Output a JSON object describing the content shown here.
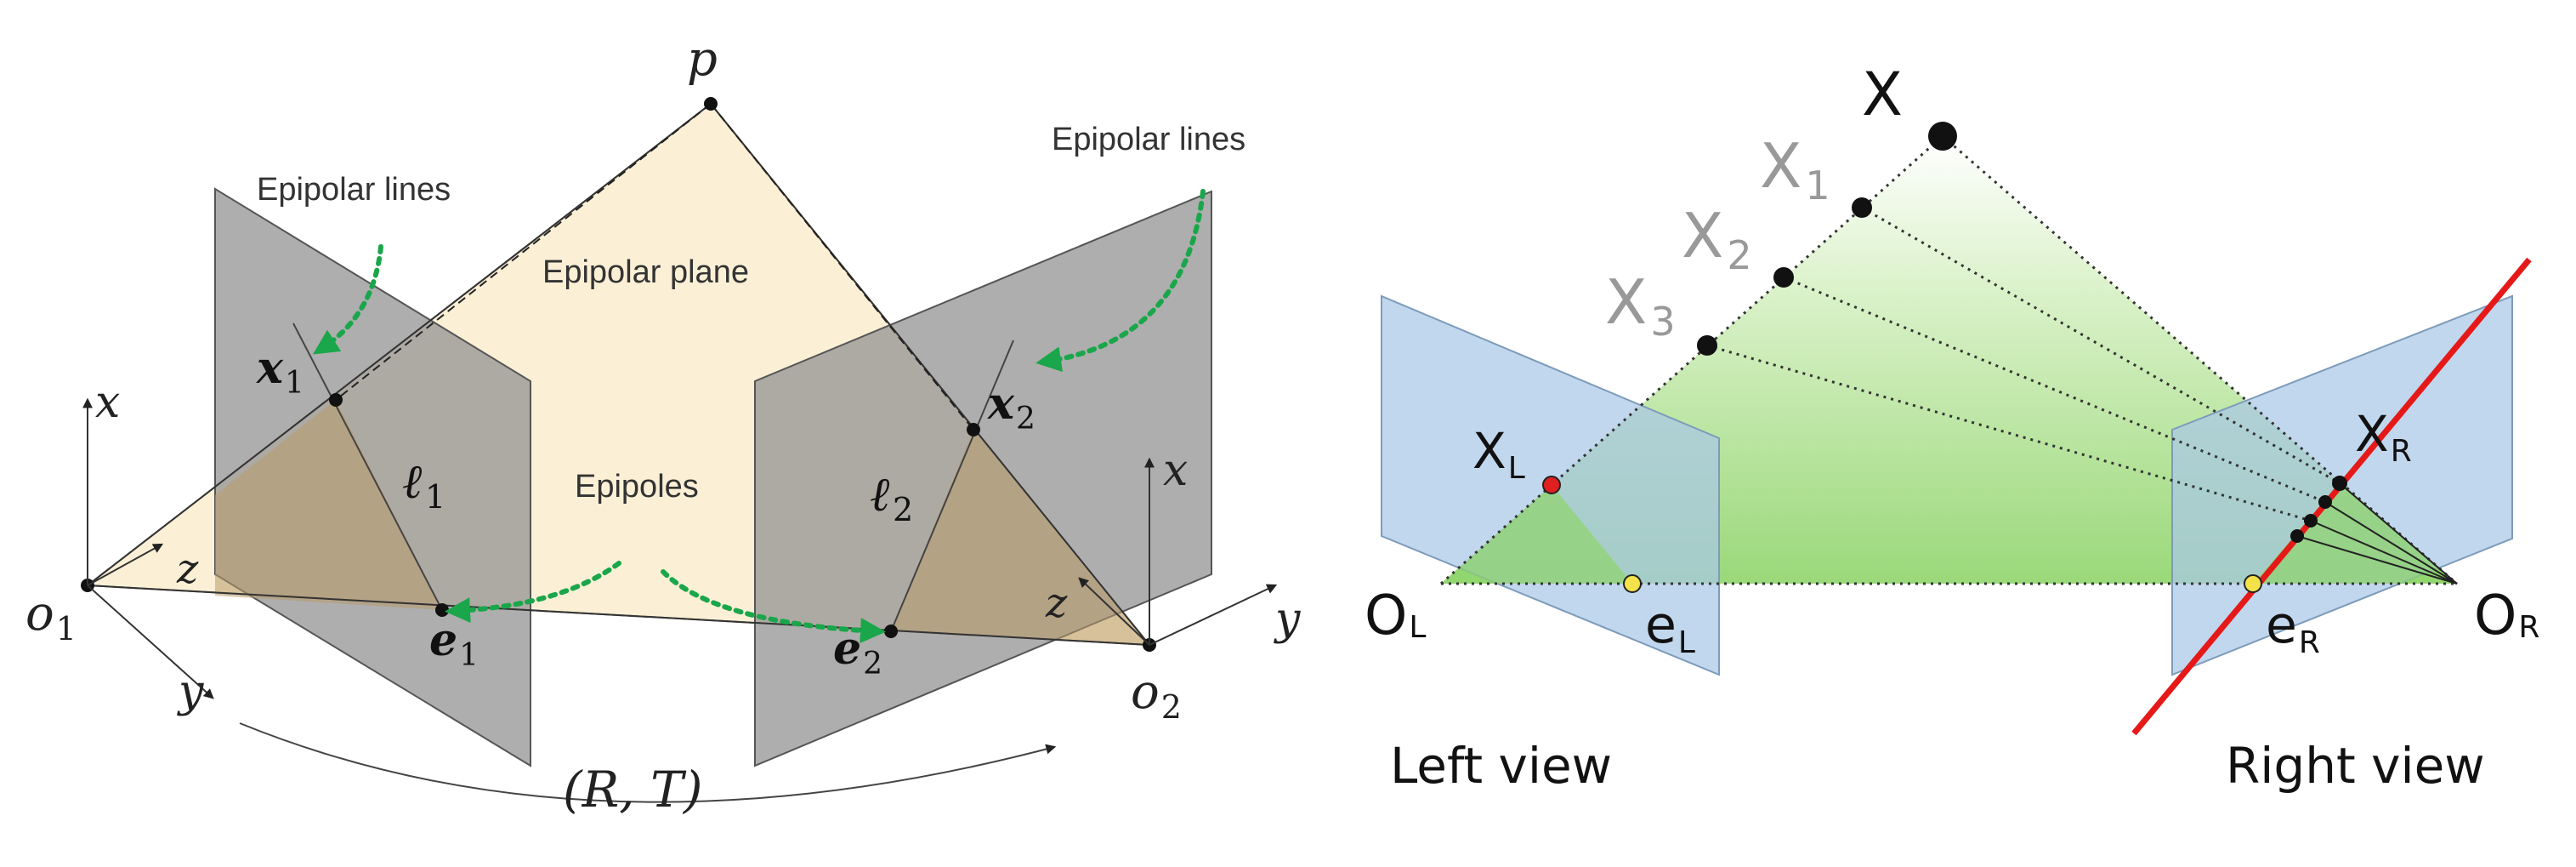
{
  "left": {
    "p": "p",
    "epipolar_lines": "Epipolar lines",
    "epipolar_lines_right": "Epipolar lines",
    "epipolar_plane": "Epipolar plane",
    "epipoles": "Epipoles",
    "x1": "x",
    "x1_sub": "1",
    "x2": "x",
    "x2_sub": "2",
    "l1": "ℓ",
    "l1_sub": "1",
    "l2": "ℓ",
    "l2_sub": "2",
    "e1": "e",
    "e1_sub": "1",
    "e2": "e",
    "e2_sub": "2",
    "o1": "o",
    "o1_sub": "1",
    "o2": "o",
    "o2_sub": "2",
    "axis_x_left": "x",
    "axis_y_left": "y",
    "axis_z_left": "z",
    "axis_x_right": "x",
    "axis_y_right": "y",
    "axis_z_right": "z",
    "rt": "(R, T)"
  },
  "right": {
    "X": "X",
    "X1": "X",
    "X1_sub": "1",
    "X2": "X",
    "X2_sub": "2",
    "X3": "X",
    "X3_sub": "3",
    "xL": "X",
    "xL_sub": "L",
    "xR": "X",
    "xR_sub": "R",
    "OL": "O",
    "OL_sub": "L",
    "OR": "O",
    "OR_sub": "R",
    "eL": "e",
    "eL_sub": "L",
    "eR": "e",
    "eR_sub": "R",
    "left_view": "Left view",
    "right_view": "Right view"
  },
  "colors": {
    "image_plane_gray": "#8f8f8f",
    "epipolar_plane_fill": "#fbf0d6",
    "blue_plane": "#a9c8e6",
    "green_fill": "#9ed97c",
    "arrow_green": "#1aa64a",
    "epipolar_red": "#e61919",
    "point_red": "#e02020",
    "point_yellow": "#f3e24a"
  }
}
